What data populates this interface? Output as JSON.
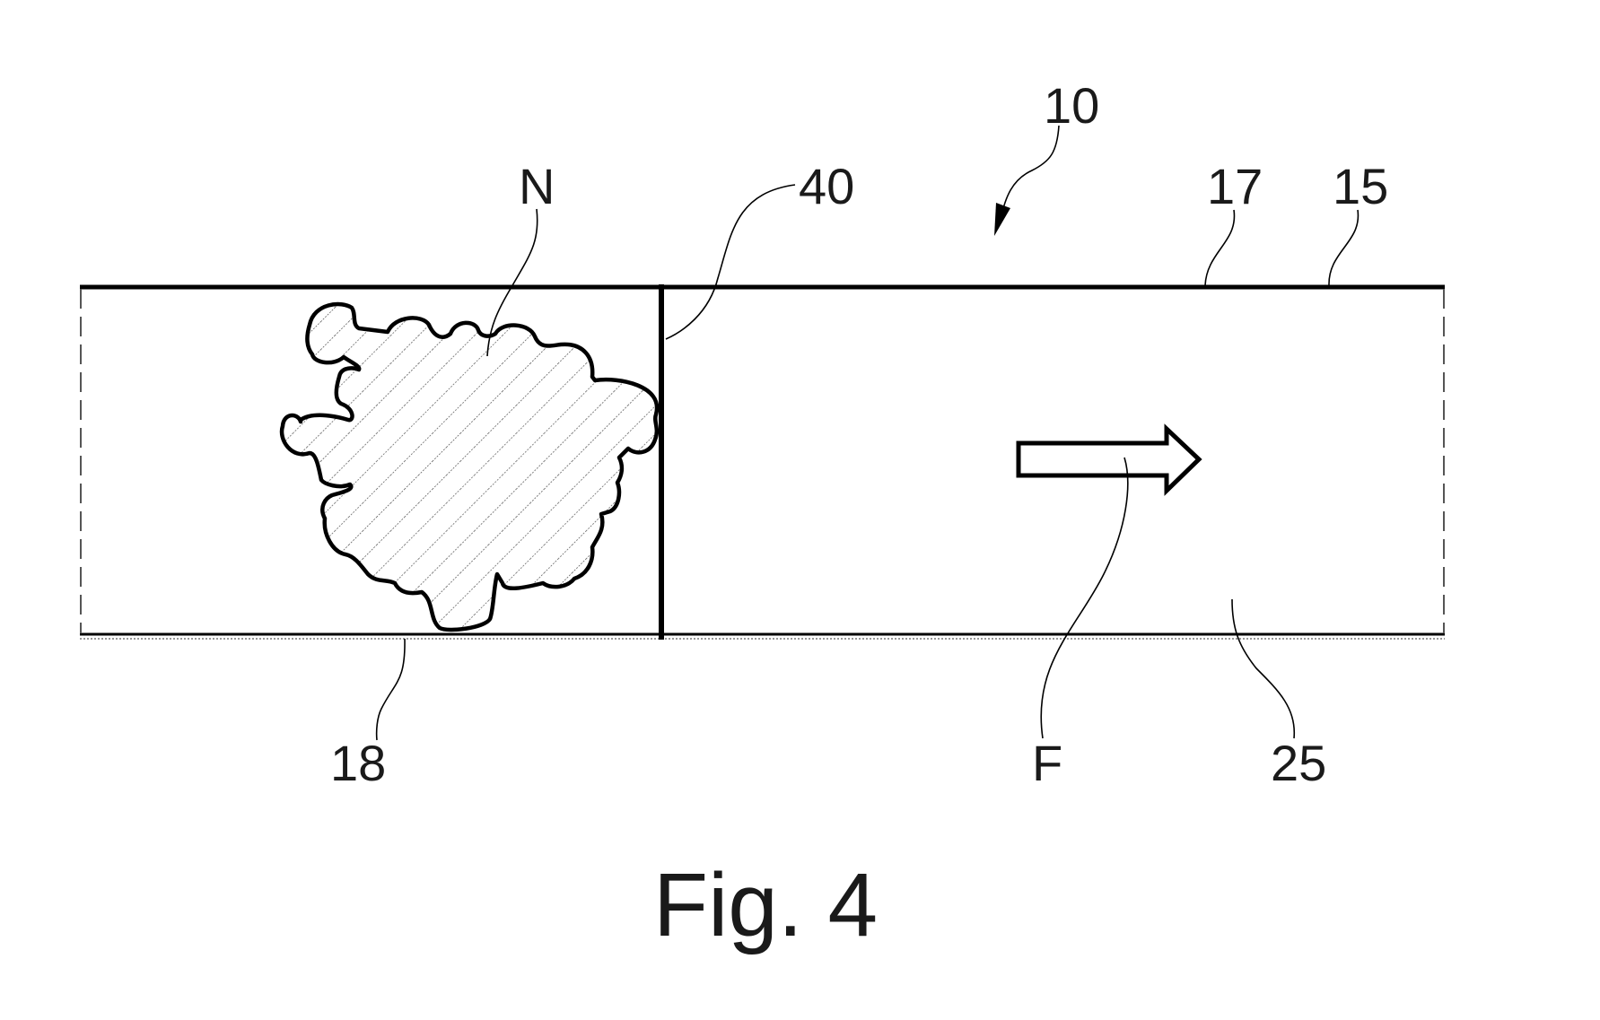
{
  "figure": {
    "caption": "Fig. 4",
    "reference_labels": {
      "assembly": "10",
      "barrier": "40",
      "deposit": "N",
      "upper_wall": "17",
      "channel": "15",
      "lower_wall": "18",
      "flow": "F",
      "interior": "25"
    },
    "components": [
      {
        "id": "10",
        "description": "overall device (arrow pointer)"
      },
      {
        "id": "15",
        "description": "channel / tube body"
      },
      {
        "id": "17",
        "description": "upper wall"
      },
      {
        "id": "18",
        "description": "lower wall"
      },
      {
        "id": "25",
        "description": "interior space"
      },
      {
        "id": "40",
        "description": "vertical barrier line"
      },
      {
        "id": "N",
        "description": "hatched irregular deposit"
      },
      {
        "id": "F",
        "description": "flow direction arrow (pointing right)"
      }
    ],
    "flow_direction": "right"
  }
}
